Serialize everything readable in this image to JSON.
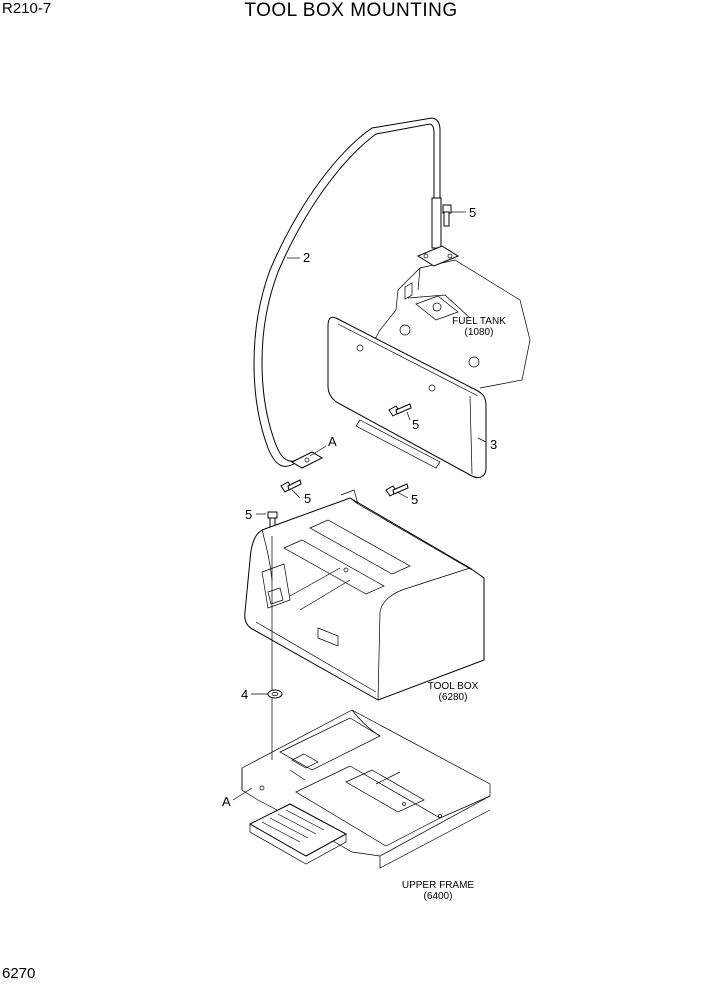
{
  "header": {
    "model": "R210-7",
    "title": "TOOL BOX MOUNTING"
  },
  "footer": {
    "page_number": "6270"
  },
  "callouts": {
    "c1": "5",
    "c2": "2",
    "c3": "5",
    "c4": "3",
    "c5": "A",
    "c6": "5",
    "c7": "5",
    "c8": "5",
    "c9": "4",
    "c10": "A"
  },
  "components": {
    "fuel_tank": {
      "name": "FUEL TANK",
      "ref": "(1080)"
    },
    "tool_box": {
      "name": "TOOL BOX",
      "ref": "(6280)"
    },
    "upper_frame": {
      "name": "UPPER FRAME",
      "ref": "(6400)"
    }
  }
}
